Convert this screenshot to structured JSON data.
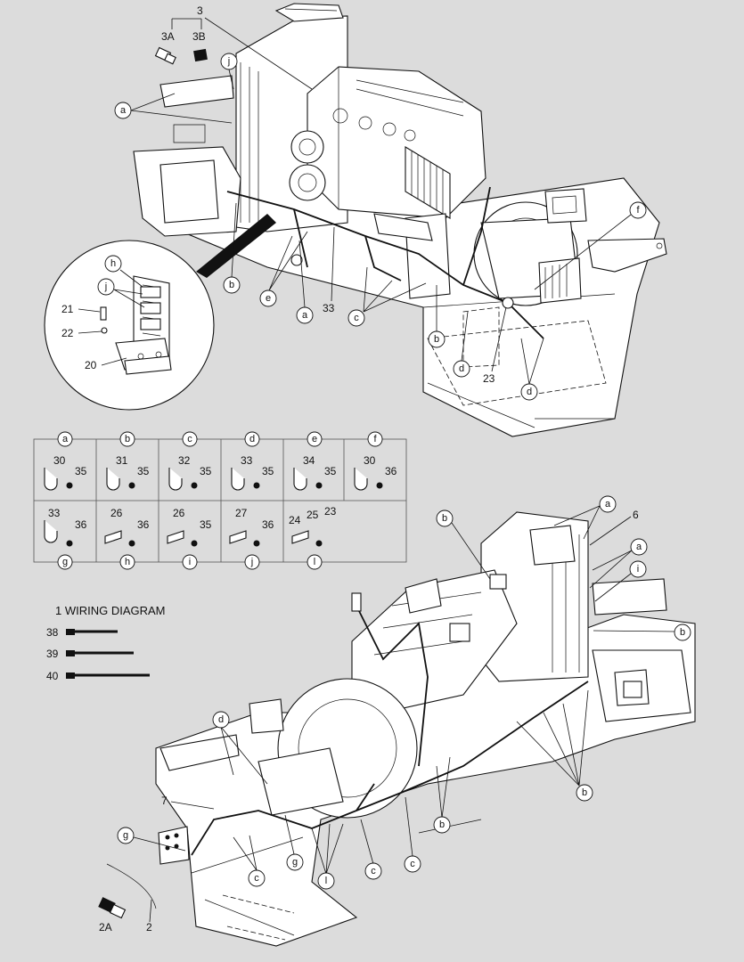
{
  "top_view": {
    "part_numbers": [
      "3",
      "3A",
      "3B",
      "21",
      "22",
      "20",
      "33",
      "23"
    ],
    "callout_letters": [
      "j",
      "a",
      "h",
      "j",
      "b",
      "e",
      "a",
      "c",
      "b",
      "d",
      "d",
      "f"
    ]
  },
  "legend_table": {
    "rows": [
      [
        {
          "letter": "a",
          "parts": [
            "30",
            "35"
          ]
        },
        {
          "letter": "b",
          "parts": [
            "31",
            "35"
          ]
        },
        {
          "letter": "c",
          "parts": [
            "32",
            "35"
          ]
        },
        {
          "letter": "d",
          "parts": [
            "33",
            "35"
          ]
        },
        {
          "letter": "e",
          "parts": [
            "34",
            "35"
          ]
        },
        {
          "letter": "f",
          "parts": [
            "30",
            "36"
          ]
        }
      ],
      [
        {
          "letter": "g",
          "parts": [
            "33",
            "36"
          ]
        },
        {
          "letter": "h",
          "parts": [
            "26",
            "36"
          ]
        },
        {
          "letter": "i",
          "parts": [
            "26",
            "35"
          ]
        },
        {
          "letter": "j",
          "parts": [
            "27",
            "36"
          ]
        },
        {
          "letter": "l",
          "parts": [
            "24",
            "25",
            "23"
          ]
        }
      ]
    ]
  },
  "wiring": {
    "title": "1  WIRING DIAGRAM",
    "ties": [
      "38",
      "39",
      "40"
    ]
  },
  "bottom_view": {
    "part_numbers": [
      "6",
      "7",
      "2",
      "2A"
    ],
    "callout_letters": [
      "b",
      "a",
      "a",
      "i",
      "b",
      "d",
      "b",
      "g",
      "g",
      "c",
      "c",
      "l",
      "c",
      "b"
    ]
  }
}
